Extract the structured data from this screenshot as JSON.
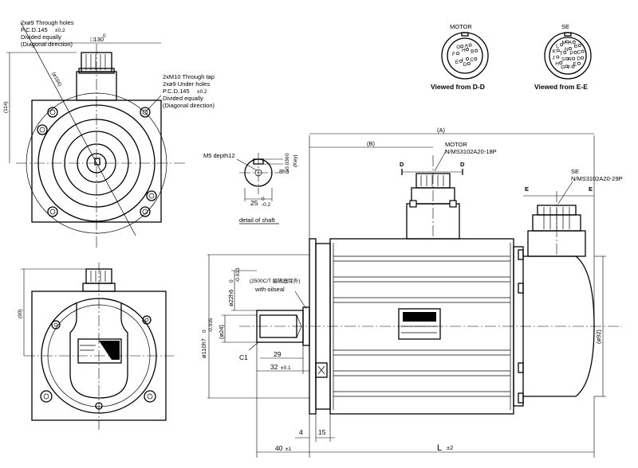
{
  "top_view": {
    "note_through_holes": "2xø9 Through holes",
    "note_pcd": "P.C.D.145",
    "note_pcd_tol": "±0.2",
    "note_divided": "Divided equally",
    "note_diag": "(Diagonal direction)",
    "dim_square": "□130",
    "dim_square_tol": "0",
    "dim_height": "(114)",
    "dim_diag": "(ø164)",
    "note_m10": "2xM10 Through tap",
    "note_under_holes": "2xø9 Under holes",
    "note_pcd2": "P.C.D.145",
    "note_pcd2_tol": "±0.2",
    "note_divided2": "Divided equally",
    "note_diag2": "(Diagonal direction)"
  },
  "shaft_detail": {
    "m5": "M5 depth12",
    "key_height": "8h9",
    "key_tol_top": "0",
    "key_tol_bottom": "-0.036",
    "key_label": "(Key)",
    "width": "25",
    "width_tol_top": "0",
    "width_tol_bottom": "-0.2",
    "caption": "detail of shaft"
  },
  "connectors": {
    "motor_title": "MOTOR",
    "motor_caption": "Viewed from D-D",
    "motor_pins": [
      "A",
      "B",
      "C",
      "D",
      "E",
      "F",
      "G",
      "H",
      "I"
    ],
    "se_title": "SE",
    "se_caption": "Viewed from E-E",
    "se_pins": [
      "A",
      "B",
      "C",
      "D",
      "E",
      "F",
      "G",
      "H",
      "J",
      "K",
      "L",
      "M",
      "N",
      "P",
      "R",
      "S",
      "T"
    ]
  },
  "side_view": {
    "dim_a": "(A)",
    "dim_b": "(B)",
    "motor_conn_label": "MOTOR",
    "motor_conn_part": "N/MS3102A20-18P",
    "se_conn_label": "SE",
    "se_conn_part": "N/MS3102A20-29P",
    "section_d": "D",
    "section_e": "E",
    "oilseal_note": "(2500C/T 編碼器除外)",
    "oilseal": "with oilseal",
    "dim_shaft": "ø22h6",
    "dim_shaft_tol_top": "0",
    "dim_shaft_tol_bottom": "-0.013",
    "dim_24": "(ø24)",
    "dim_pilot": "ø110h7",
    "dim_pilot_tol_top": "0",
    "dim_pilot_tol_bottom": "-0.035",
    "chamfer": "C1",
    "dim_29": "29",
    "dim_32": "32",
    "dim_32_tol": "±0.1",
    "dim_4": "4",
    "dim_15": "15",
    "dim_40": "40",
    "dim_40_tol": "±1",
    "dim_l": "L",
    "dim_l_tol": "±2",
    "dim_92": "(ø92)"
  },
  "bottom_view": {
    "dim_height": "(90)"
  }
}
